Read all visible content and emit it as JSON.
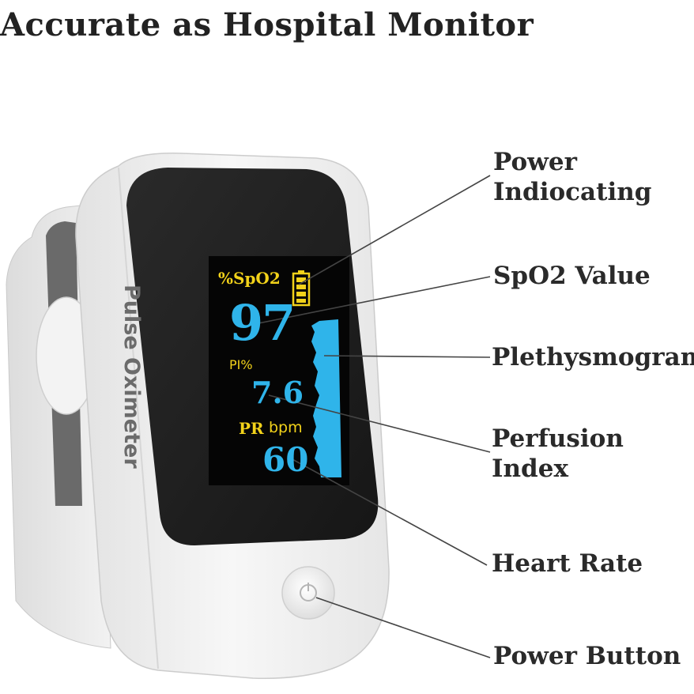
{
  "headline": "Accurate as Hospital Monitor",
  "device": {
    "brand": "Pulse Oximeter",
    "screen": {
      "spo2_label": "%SpO2",
      "spo2_value": "97",
      "pi_label": "PI%",
      "pi_value": "7.6",
      "pr_label": "PR",
      "pr_unit": "bpm",
      "pr_value": "60"
    }
  },
  "callouts": {
    "power": [
      "Power",
      "Indiocating"
    ],
    "spo2": "SpO2 Value",
    "pleth": "Plethysmogram",
    "perfusion": [
      "Perfusion",
      "Index"
    ],
    "heart_rate": "Heart Rate",
    "power_button": "Power Button"
  },
  "colors": {
    "label_yellow": "#f2d21a",
    "value_blue": "#2fb4ea",
    "screen_black": "#1c1c1c",
    "body_white": "#f4f4f4"
  }
}
